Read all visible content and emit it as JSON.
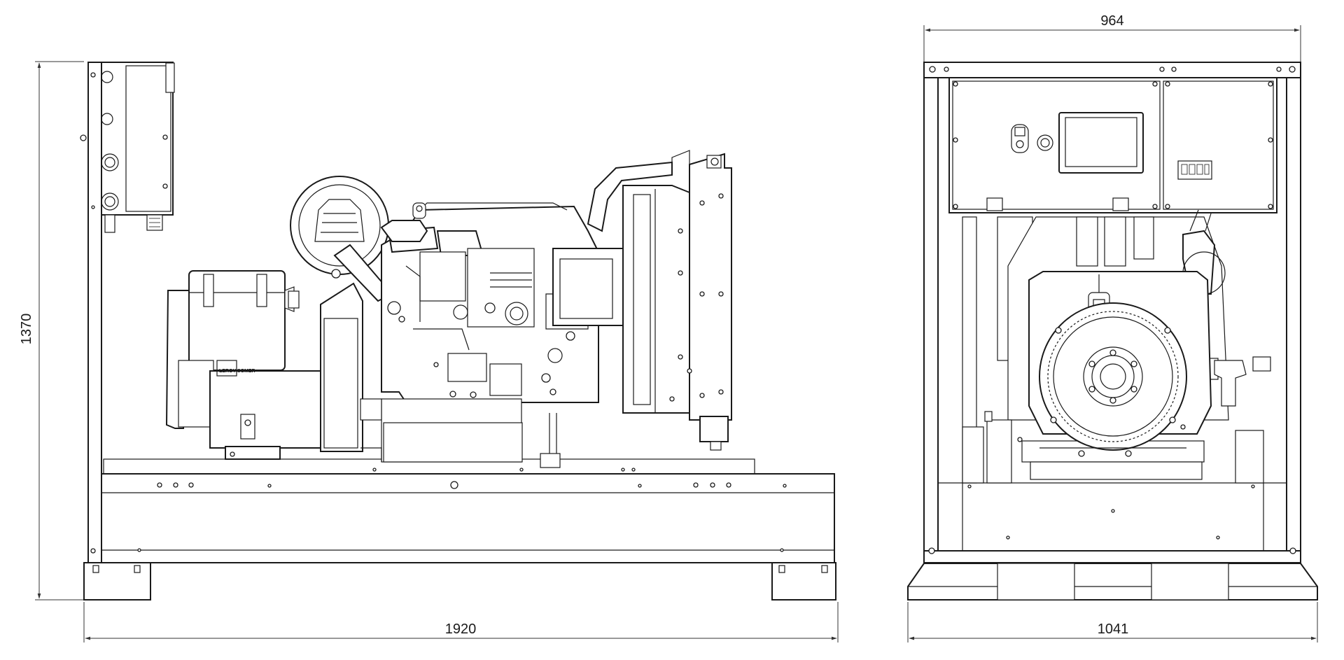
{
  "dimensions": {
    "height": "1370",
    "side_length": "1920",
    "front_width": "1041",
    "front_top_width": "964"
  },
  "labels": {
    "alternator_brand": "LEROY SOMER"
  },
  "colors": {
    "line": "#1a1a1a",
    "background": "#ffffff"
  }
}
